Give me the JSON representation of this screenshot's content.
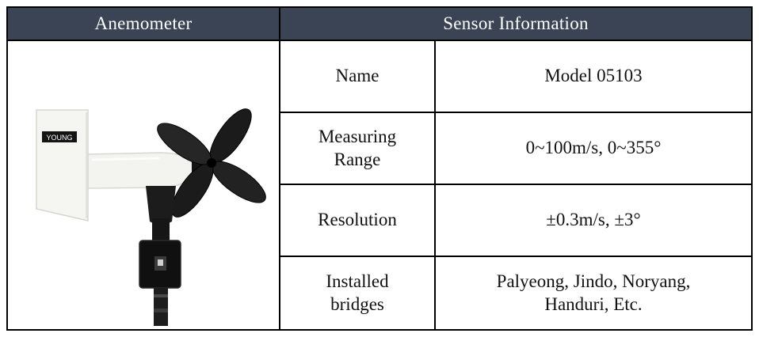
{
  "header": {
    "left": "Anemometer",
    "right": "Sensor Information"
  },
  "rows": [
    {
      "label": "Name",
      "value": "Model 05103"
    },
    {
      "label": "Measuring Range",
      "value": "0~100m/s, 0~355°"
    },
    {
      "label": "Resolution",
      "value": "±0.3m/s, ±3°"
    },
    {
      "label": "Installed bridges",
      "value": "Palyeong, Jindo, Noryang, Handuri, Etc."
    }
  ],
  "image": {
    "brand_label": "YOUNG",
    "icon": "anemometer-photo"
  },
  "colors": {
    "header_bg": "#3b4454",
    "header_text": "#ffffff",
    "border": "#000000",
    "body_text": "#111111"
  }
}
